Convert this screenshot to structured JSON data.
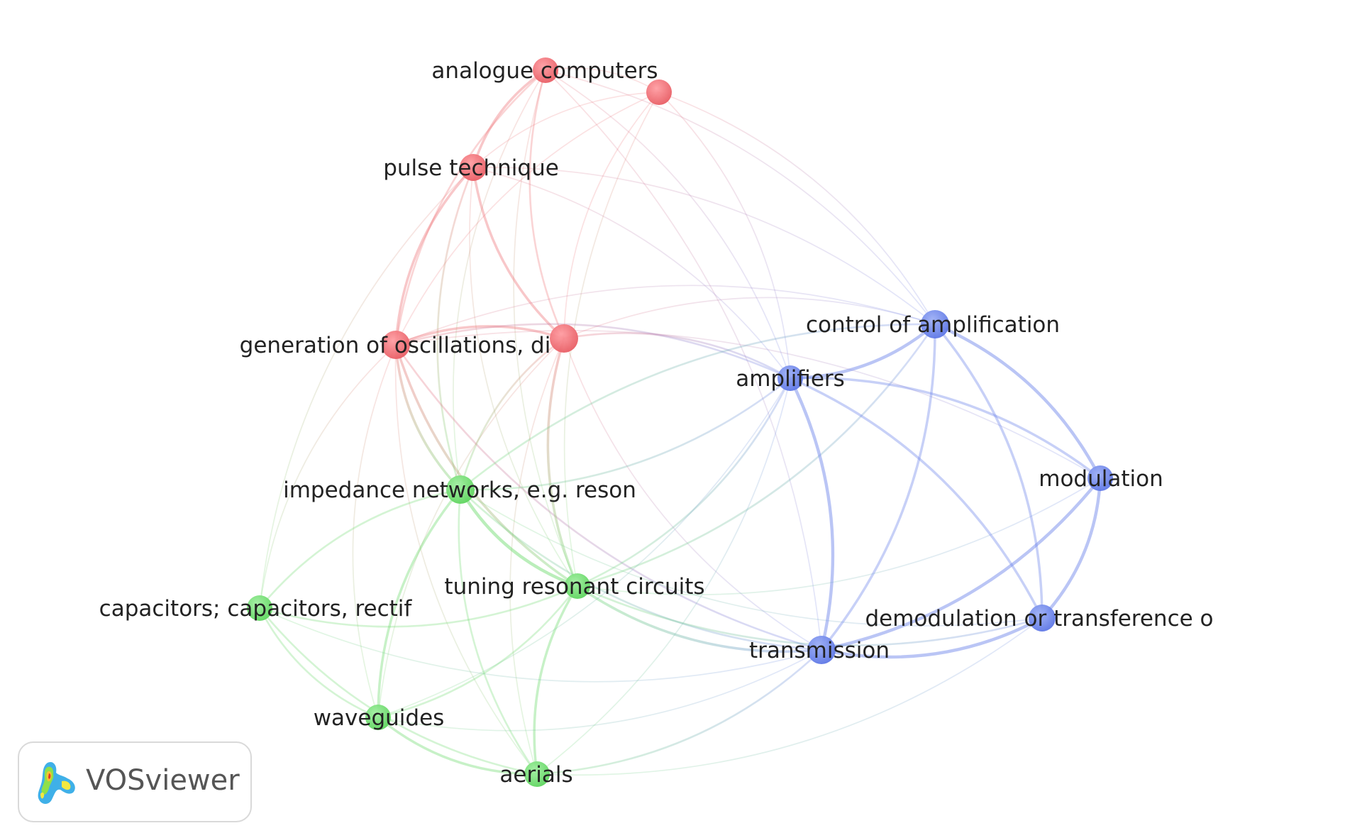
{
  "cluster_colors": {
    "red": "#ee6f75",
    "green": "#6fdc6f",
    "blue": "#6f86ea"
  },
  "nodes": [
    {
      "id": "n1",
      "label": "analogue computers",
      "cluster": "red"
    },
    {
      "id": "n2",
      "label": "",
      "cluster": "red"
    },
    {
      "id": "n3",
      "label": "pulse technique",
      "cluster": "red"
    },
    {
      "id": "n4",
      "label": "generation of oscillations, di",
      "cluster": "red"
    },
    {
      "id": "n5",
      "label": "",
      "cluster": "red"
    },
    {
      "id": "n6",
      "label": "impedance networks, e.g. reson",
      "cluster": "green"
    },
    {
      "id": "n7",
      "label": "tuning resonant circuits",
      "cluster": "green"
    },
    {
      "id": "n8",
      "label": "capacitors; capacitors, rectif",
      "cluster": "green"
    },
    {
      "id": "n9",
      "label": "waveguides",
      "cluster": "green"
    },
    {
      "id": "n10",
      "label": "aerials",
      "cluster": "green"
    },
    {
      "id": "n11",
      "label": "control of amplification",
      "cluster": "blue"
    },
    {
      "id": "n12",
      "label": "amplifiers",
      "cluster": "blue"
    },
    {
      "id": "n13",
      "label": "modulation",
      "cluster": "blue"
    },
    {
      "id": "n14",
      "label": "demodulation or transference o",
      "cluster": "blue"
    },
    {
      "id": "n15",
      "label": "transmission",
      "cluster": "blue"
    }
  ],
  "links": [
    [
      "n1",
      "n3",
      3
    ],
    [
      "n1",
      "n4",
      2
    ],
    [
      "n1",
      "n5",
      2
    ],
    [
      "n1",
      "n2",
      1
    ],
    [
      "n1",
      "n6",
      1
    ],
    [
      "n1",
      "n7",
      1
    ],
    [
      "n1",
      "n12",
      1
    ],
    [
      "n1",
      "n11",
      1
    ],
    [
      "n1",
      "n15",
      1
    ],
    [
      "n2",
      "n3",
      1
    ],
    [
      "n2",
      "n4",
      1
    ],
    [
      "n2",
      "n12",
      1
    ],
    [
      "n2",
      "n11",
      1
    ],
    [
      "n2",
      "n5",
      1
    ],
    [
      "n2",
      "n7",
      1
    ],
    [
      "n3",
      "n4",
      3
    ],
    [
      "n3",
      "n5",
      3
    ],
    [
      "n3",
      "n6",
      2
    ],
    [
      "n3",
      "n7",
      1
    ],
    [
      "n3",
      "n11",
      1
    ],
    [
      "n3",
      "n12",
      1
    ],
    [
      "n3",
      "n8",
      1
    ],
    [
      "n4",
      "n5",
      3
    ],
    [
      "n4",
      "n6",
      3
    ],
    [
      "n4",
      "n7",
      3
    ],
    [
      "n4",
      "n8",
      1
    ],
    [
      "n4",
      "n9",
      1
    ],
    [
      "n4",
      "n10",
      1
    ],
    [
      "n4",
      "n12",
      2
    ],
    [
      "n4",
      "n11",
      1
    ],
    [
      "n4",
      "n15",
      2
    ],
    [
      "n4",
      "n13",
      1
    ],
    [
      "n5",
      "n6",
      2
    ],
    [
      "n5",
      "n7",
      3
    ],
    [
      "n5",
      "n12",
      2
    ],
    [
      "n5",
      "n11",
      1
    ],
    [
      "n5",
      "n15",
      1
    ],
    [
      "n5",
      "n10",
      1
    ],
    [
      "n5",
      "n9",
      1
    ],
    [
      "n6",
      "n7",
      4
    ],
    [
      "n6",
      "n8",
      2
    ],
    [
      "n6",
      "n9",
      3
    ],
    [
      "n6",
      "n10",
      2
    ],
    [
      "n6",
      "n12",
      2
    ],
    [
      "n6",
      "n11",
      2
    ],
    [
      "n6",
      "n15",
      2
    ],
    [
      "n6",
      "n14",
      1
    ],
    [
      "n7",
      "n8",
      2
    ],
    [
      "n7",
      "n9",
      2
    ],
    [
      "n7",
      "n10",
      3
    ],
    [
      "n7",
      "n12",
      2
    ],
    [
      "n7",
      "n11",
      2
    ],
    [
      "n7",
      "n15",
      3
    ],
    [
      "n7",
      "n14",
      2
    ],
    [
      "n7",
      "n13",
      1
    ],
    [
      "n8",
      "n9",
      2
    ],
    [
      "n8",
      "n10",
      2
    ],
    [
      "n8",
      "n15",
      1
    ],
    [
      "n9",
      "n10",
      3
    ],
    [
      "n9",
      "n15",
      1
    ],
    [
      "n9",
      "n12",
      1
    ],
    [
      "n10",
      "n15",
      2
    ],
    [
      "n10",
      "n14",
      1
    ],
    [
      "n10",
      "n12",
      1
    ],
    [
      "n11",
      "n12",
      4
    ],
    [
      "n11",
      "n13",
      4
    ],
    [
      "n11",
      "n14",
      3
    ],
    [
      "n11",
      "n15",
      3
    ],
    [
      "n12",
      "n13",
      3
    ],
    [
      "n12",
      "n14",
      3
    ],
    [
      "n12",
      "n15",
      4
    ],
    [
      "n13",
      "n14",
      4
    ],
    [
      "n13",
      "n15",
      4
    ],
    [
      "n14",
      "n15",
      4
    ]
  ],
  "logo": {
    "text": "VOSviewer"
  }
}
